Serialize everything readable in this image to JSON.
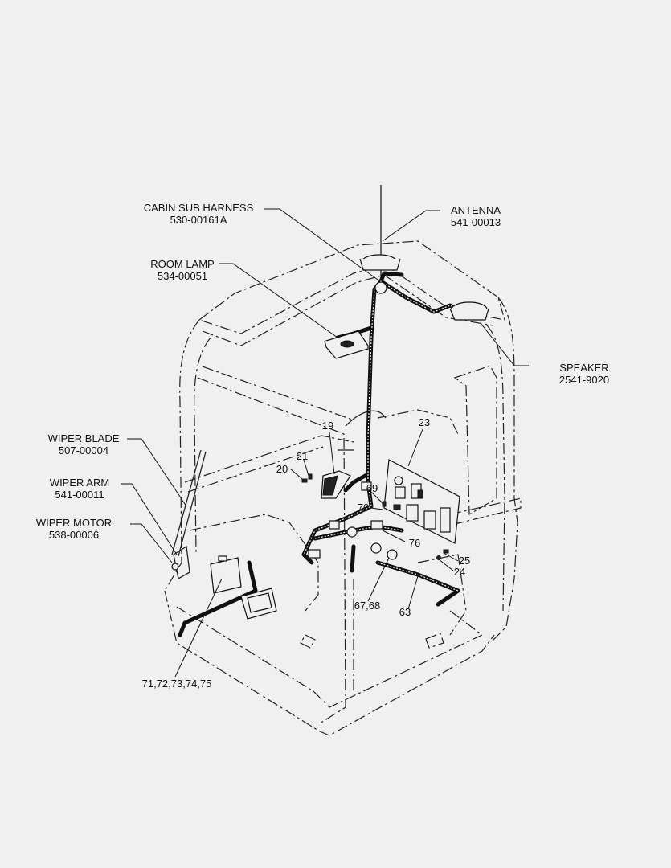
{
  "callouts": {
    "cabin_sub_harness": {
      "name": "CABIN SUB HARNESS",
      "part_no": "530-00161A"
    },
    "antenna": {
      "name": "ANTENNA",
      "part_no": "541-00013"
    },
    "room_lamp": {
      "name": "ROOM LAMP",
      "part_no": "534-00051"
    },
    "speaker": {
      "name": "SPEAKER",
      "part_no": "2541-9020"
    },
    "wiper_blade": {
      "name": "WIPER BLADE",
      "part_no": "507-00004"
    },
    "wiper_arm": {
      "name": "WIPER ARM",
      "part_no": "541-00011"
    },
    "wiper_motor": {
      "name": "WIPER MOTOR",
      "part_no": "538-00006"
    }
  },
  "item_numbers": {
    "n19": "19",
    "n20": "20",
    "n21": "21",
    "n23": "23",
    "n24": "24",
    "n25": "25",
    "n63": "63",
    "n67_68": "67,68",
    "n69": "69",
    "n70": "70",
    "n71_75": "71,72,73,74,75",
    "n76": "76"
  }
}
